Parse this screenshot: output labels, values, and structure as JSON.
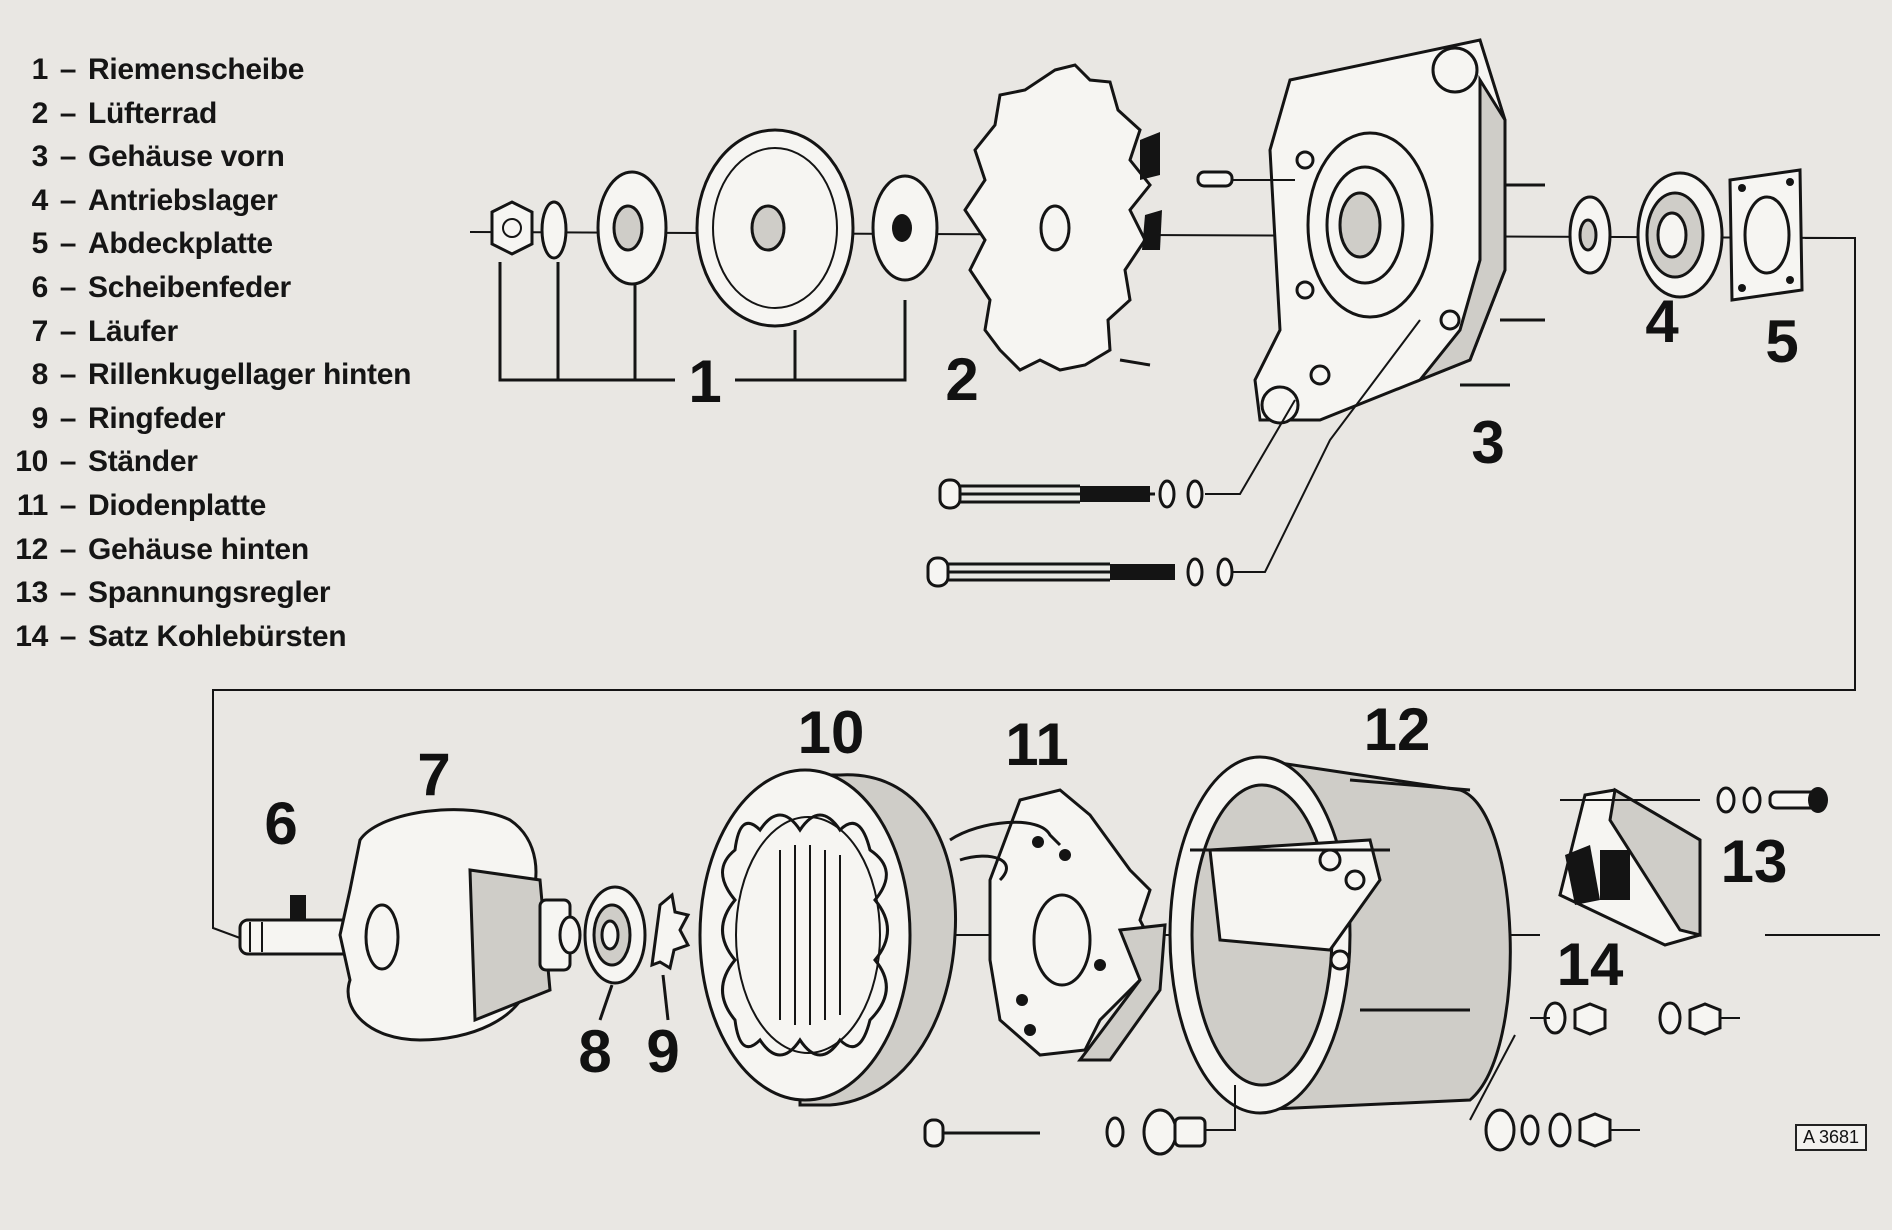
{
  "legend": [
    {
      "num": "1",
      "label": "Riemenscheibe"
    },
    {
      "num": "2",
      "label": "Lüfterrad"
    },
    {
      "num": "3",
      "label": "Gehäuse vorn"
    },
    {
      "num": "4",
      "label": "Antriebslager"
    },
    {
      "num": "5",
      "label": "Abdeckplatte"
    },
    {
      "num": "6",
      "label": "Scheibenfeder"
    },
    {
      "num": "7",
      "label": "Läufer"
    },
    {
      "num": "8",
      "label": "Rillenkugellager hinten"
    },
    {
      "num": "9",
      "label": "Ringfeder"
    },
    {
      "num": "10",
      "label": "Ständer"
    },
    {
      "num": "11",
      "label": "Diodenplatte"
    },
    {
      "num": "12",
      "label": "Gehäuse hinten"
    },
    {
      "num": "13",
      "label": "Spannungsregler"
    },
    {
      "num": "14",
      "label": "Satz Kohlebürsten"
    }
  ],
  "callouts": {
    "c1": "1",
    "c2": "2",
    "c3": "3",
    "c4": "4",
    "c5": "5",
    "c6": "6",
    "c7": "7",
    "c8": "8",
    "c9": "9",
    "c10": "10",
    "c11": "11",
    "c12": "12",
    "c13": "13",
    "c14": "14"
  },
  "figure_id": "A 3681"
}
